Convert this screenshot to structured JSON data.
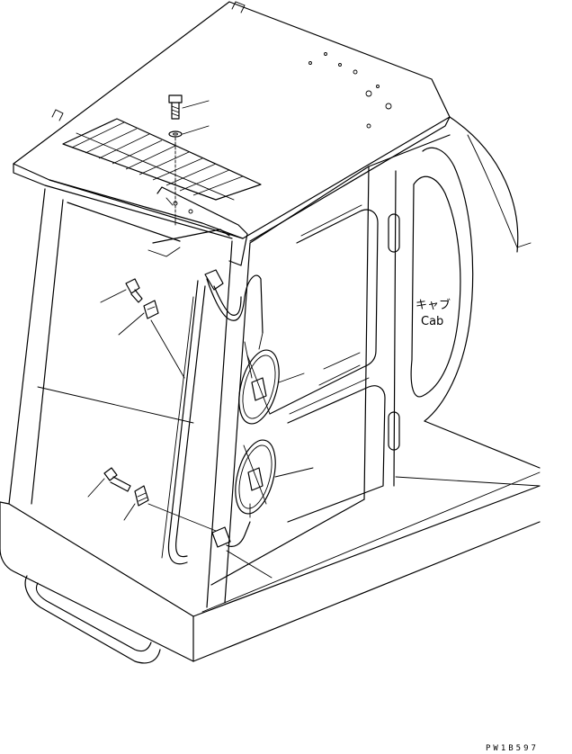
{
  "labels": {
    "cab_jp": "キャブ",
    "cab_en": "Cab",
    "drawing_code": "PW1B597"
  }
}
